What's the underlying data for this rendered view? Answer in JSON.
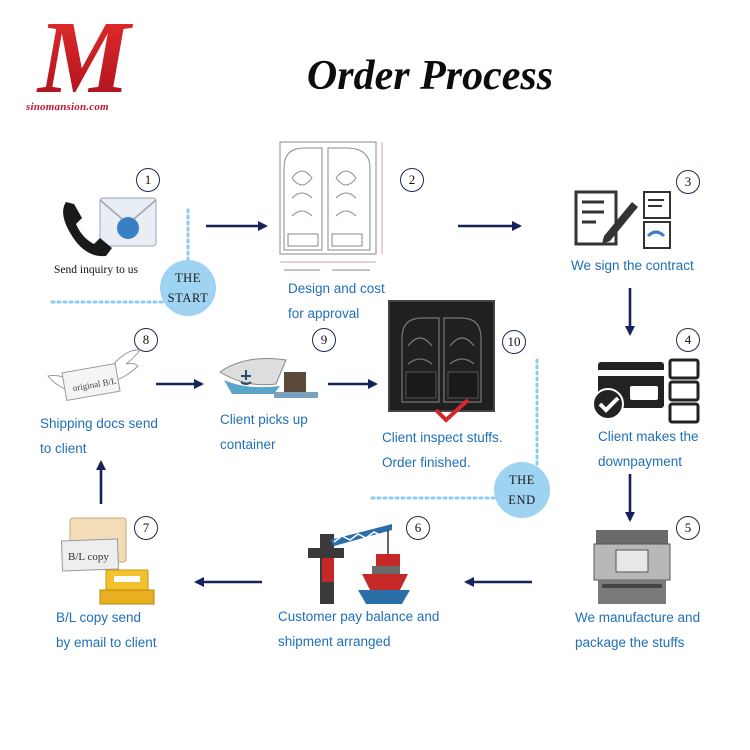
{
  "logo": {
    "letter": "M",
    "site": "sinomansion.com",
    "color": "#c8102e"
  },
  "title": "Order Process",
  "colors": {
    "arrow": "#16235a",
    "label_blue": "#1f6fb8",
    "badge": "#9fd3f2",
    "dots": "#8ccbee",
    "check": "#d7262b"
  },
  "steps": [
    {
      "num": "1",
      "lines": [
        "Send inquiry to us"
      ],
      "icon": "phone-envelope-icon"
    },
    {
      "num": "2",
      "lines": [
        "Design and cost",
        "for approval"
      ],
      "icon": "door-drawing-icon"
    },
    {
      "num": "3",
      "lines": [
        "We sign the contract"
      ],
      "icon": "contract-icon"
    },
    {
      "num": "4",
      "lines": [
        "Client makes the",
        "downpayment"
      ],
      "icon": "payment-cards-icon"
    },
    {
      "num": "5",
      "lines": [
        "We manufacture and",
        "package the stuffs"
      ],
      "icon": "packing-machine-icon"
    },
    {
      "num": "6",
      "lines": [
        "Customer pay balance and",
        "shipment arranged"
      ],
      "icon": "port-crane-ship-icon"
    },
    {
      "num": "7",
      "lines": [
        "B/L copy send",
        "by email to client"
      ],
      "icon": "bl-copy-icon",
      "doc_text": "B/L copy"
    },
    {
      "num": "8",
      "lines": [
        "Shipping docs send",
        "to client"
      ],
      "icon": "winged-document-icon",
      "doc_text": "original B/L"
    },
    {
      "num": "9",
      "lines": [
        "Client picks up",
        "container"
      ],
      "icon": "ship-container-icon"
    },
    {
      "num": "10",
      "lines": [
        "Client inspect stuffs.",
        "Order finished."
      ],
      "icon": "door-photo-check-icon"
    }
  ],
  "badges": {
    "start": [
      "THE",
      "START"
    ],
    "end": [
      "THE",
      "END"
    ]
  }
}
